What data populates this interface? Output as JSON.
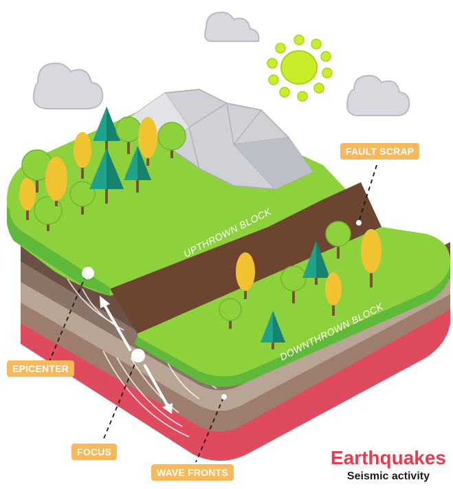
{
  "title": "Earthquakes",
  "subtitle": "Seismic activity",
  "labels": {
    "fault_scrap": "FAULT SCRAP",
    "upthrown_block": "UPTHROWN BLOCK",
    "downthrown_block": "DOWNTHROWN BLOCK",
    "epicenter": "EPICENTER",
    "focus": "FOCUS",
    "wave_fronts": "WAVE FRONTS"
  },
  "colors": {
    "label_bg": "#f7b95a",
    "title": "#e63c4e",
    "grass": "#8dd13c",
    "grass_edge": "#5fb93a",
    "fault": "#6b4530",
    "soil_layers": [
      "#6b5045",
      "#8a7468",
      "#b9a596",
      "#9c7d6e",
      "#e04a5e"
    ],
    "sun": "#c8ee2a",
    "mountain": "#cfd1d6",
    "cloud": "#d7d9de"
  }
}
